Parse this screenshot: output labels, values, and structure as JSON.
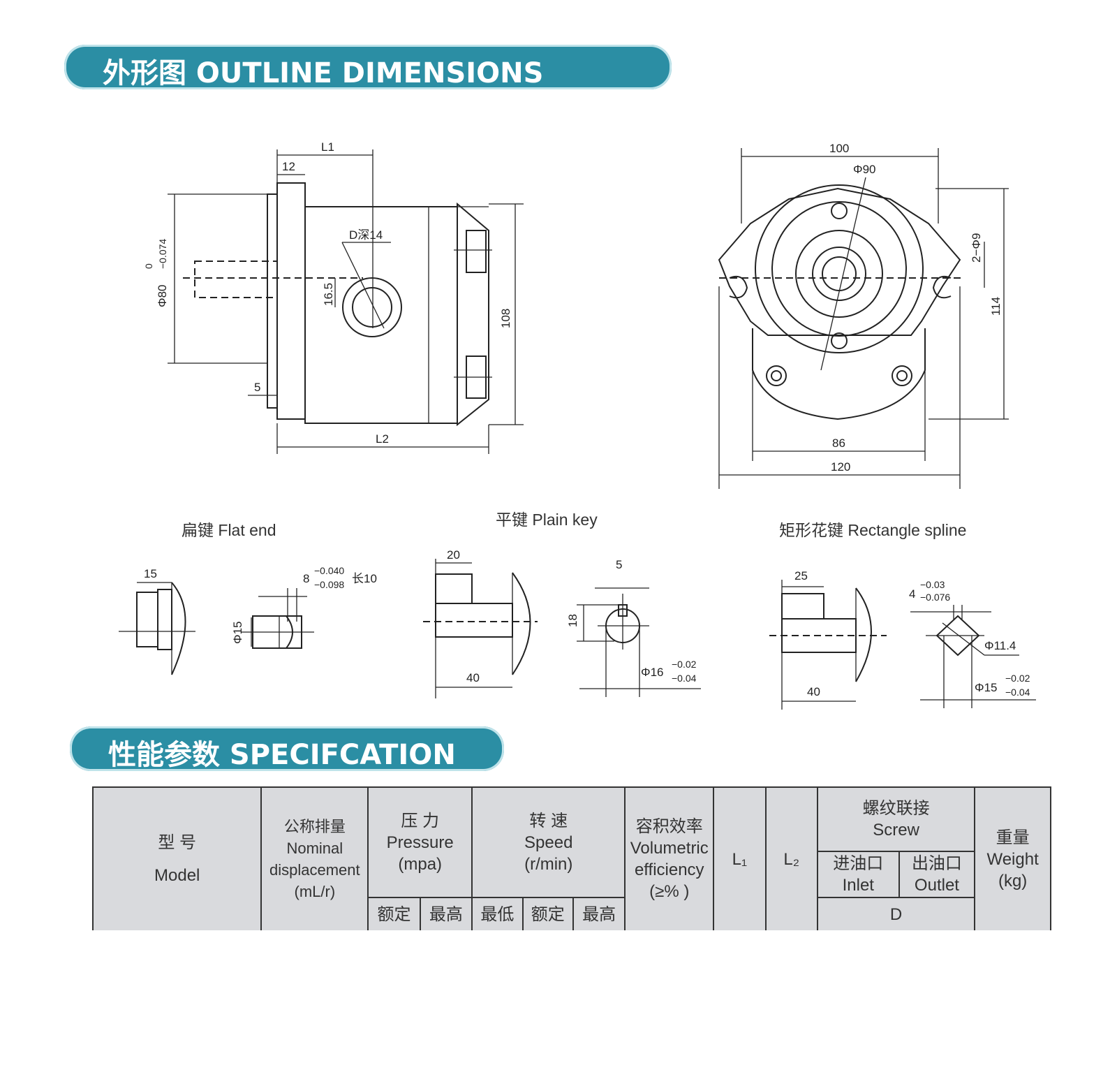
{
  "banners": {
    "outline": "外形图 OUTLINE DIMENSIONS",
    "spec": "性能参数 SPECIFCATION"
  },
  "drawing": {
    "side_view": {
      "L1": "L1",
      "d12": "12",
      "ddepth": "D深14",
      "d165": "16.5",
      "phi80": "Φ80",
      "tol0": "0",
      "tolneg": "−0.074",
      "d108": "108",
      "d5": "5",
      "L2": "L2"
    },
    "front_view": {
      "d100": "100",
      "phi90": "Φ90",
      "phi9": "2−Φ9",
      "d114": "114",
      "d86": "86",
      "d120": "120"
    },
    "shafts": {
      "flat_end": {
        "caption": "扁键  Flat  end",
        "d15": "15",
        "d8": "8",
        "tol_up": "−0.040",
        "tol_low": "−0.098",
        "len": "长10",
        "phi15": "Φ15"
      },
      "plain_key": {
        "caption": "平键   Plain key",
        "d20": "20",
        "d40": "40",
        "d5": "5",
        "d18": "18",
        "phi16": "Φ16",
        "tol_up": "−0.02",
        "tol_low": "−0.04"
      },
      "rect_spline": {
        "caption": "矩形花键   Rectangle spline",
        "d25": "25",
        "d40": "40",
        "d4": "4",
        "tol4_up": "−0.03",
        "tol4_low": "−0.076",
        "phi114": "Φ11.4",
        "phi15": "Φ15",
        "tol_up": "−0.02",
        "tol_low": "−0.04"
      }
    }
  },
  "table": {
    "model_cn": "型     号",
    "model_en": "Model",
    "disp_cn": "公称排量",
    "disp_en1": "Nominal",
    "disp_en2": "displacement",
    "disp_unit": "(mL/r)",
    "press_cn": "压  力",
    "press_en": "Pressure",
    "press_unit": "(mpa)",
    "speed_cn": "转    速",
    "speed_en": "Speed",
    "speed_unit": "(r/min)",
    "vol_cn": "容积效率",
    "vol_en1": "Volumetric",
    "vol_en2": "efficiency",
    "vol_unit": "(≥% )",
    "L1": "L₁",
    "L2": "L₂",
    "screw_cn": "螺纹联接",
    "screw_en": "Screw",
    "inlet_cn": "进油口",
    "inlet_en": "Inlet",
    "outlet_cn": "出油口",
    "outlet_en": "Outlet",
    "weight_cn": "重量",
    "weight_en": "Weight",
    "weight_unit": "(kg)",
    "rated": "额定",
    "max": "最高",
    "min": "最低",
    "rated2": "额定",
    "max2": "最高",
    "D": "D"
  }
}
